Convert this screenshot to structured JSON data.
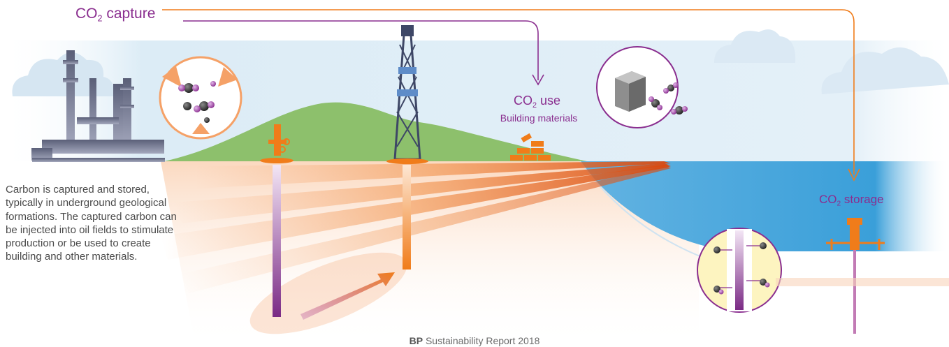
{
  "labels": {
    "capture_prefix": "CO",
    "capture_sub": "2",
    "capture_suffix": " capture",
    "use_prefix": "CO",
    "use_sub": "2",
    "use_suffix": " use",
    "use_subtitle": "Building materials",
    "storage_prefix": "CO",
    "storage_sub": "2",
    "storage_suffix": " storage"
  },
  "description": "Carbon is captured and stored, typically in underground geological formations. The captured carbon can be injected into oil fields to stimulate production or be used to create building and other materials.",
  "footer": {
    "brand": "BP",
    "text": " Sustainability Report 2018"
  },
  "colors": {
    "accent_orange": "#f07c1a",
    "accent_purple": "#8a2e8f",
    "sky": "#dcecf6",
    "hill": "#8dc06c",
    "sea": "#4aa7dc",
    "molecule_dark": "#2b2b2b"
  },
  "icons": [
    "refinery-icon",
    "oil-derrick-icon",
    "wellhead-icon",
    "bricks-icon",
    "cloud-icon",
    "molecule-icon",
    "injection-valve-icon"
  ]
}
